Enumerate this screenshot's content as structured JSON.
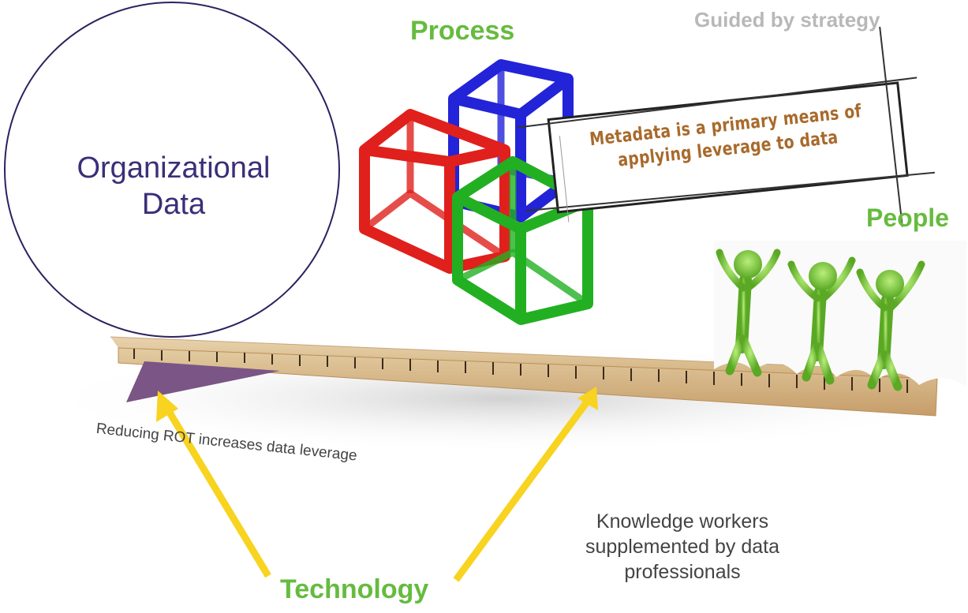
{
  "labels": {
    "process": "Process",
    "strategy": "Guided by strategy",
    "people": "People",
    "technology": "Technology",
    "organizational_data": "Organizational Data",
    "metadata": "Metadata is a primary means of applying leverage to data",
    "rot_note": "Reducing ROT increases data leverage",
    "workers_caption": "Knowledge workers supplemented by data professionals"
  },
  "colors": {
    "label_green": "#66bb3f",
    "strategy_gray": "#b8b8b8",
    "circle_text": "#3a2f78",
    "cube_red": "#e0201c",
    "cube_blue": "#2323d8",
    "cube_green": "#22b022",
    "arrow_yellow": "#f8d320",
    "fulcrum_purple": "#7a5585",
    "plank_wood": "#d9bd91",
    "banner_text": "#a86a2c",
    "figure_green": "#7cc43a"
  },
  "icons": [
    "organizational-data-circle",
    "process-cubes",
    "seesaw-plank",
    "fulcrum-wedge",
    "people-figures",
    "yellow-arrows",
    "metadata-banner"
  ]
}
